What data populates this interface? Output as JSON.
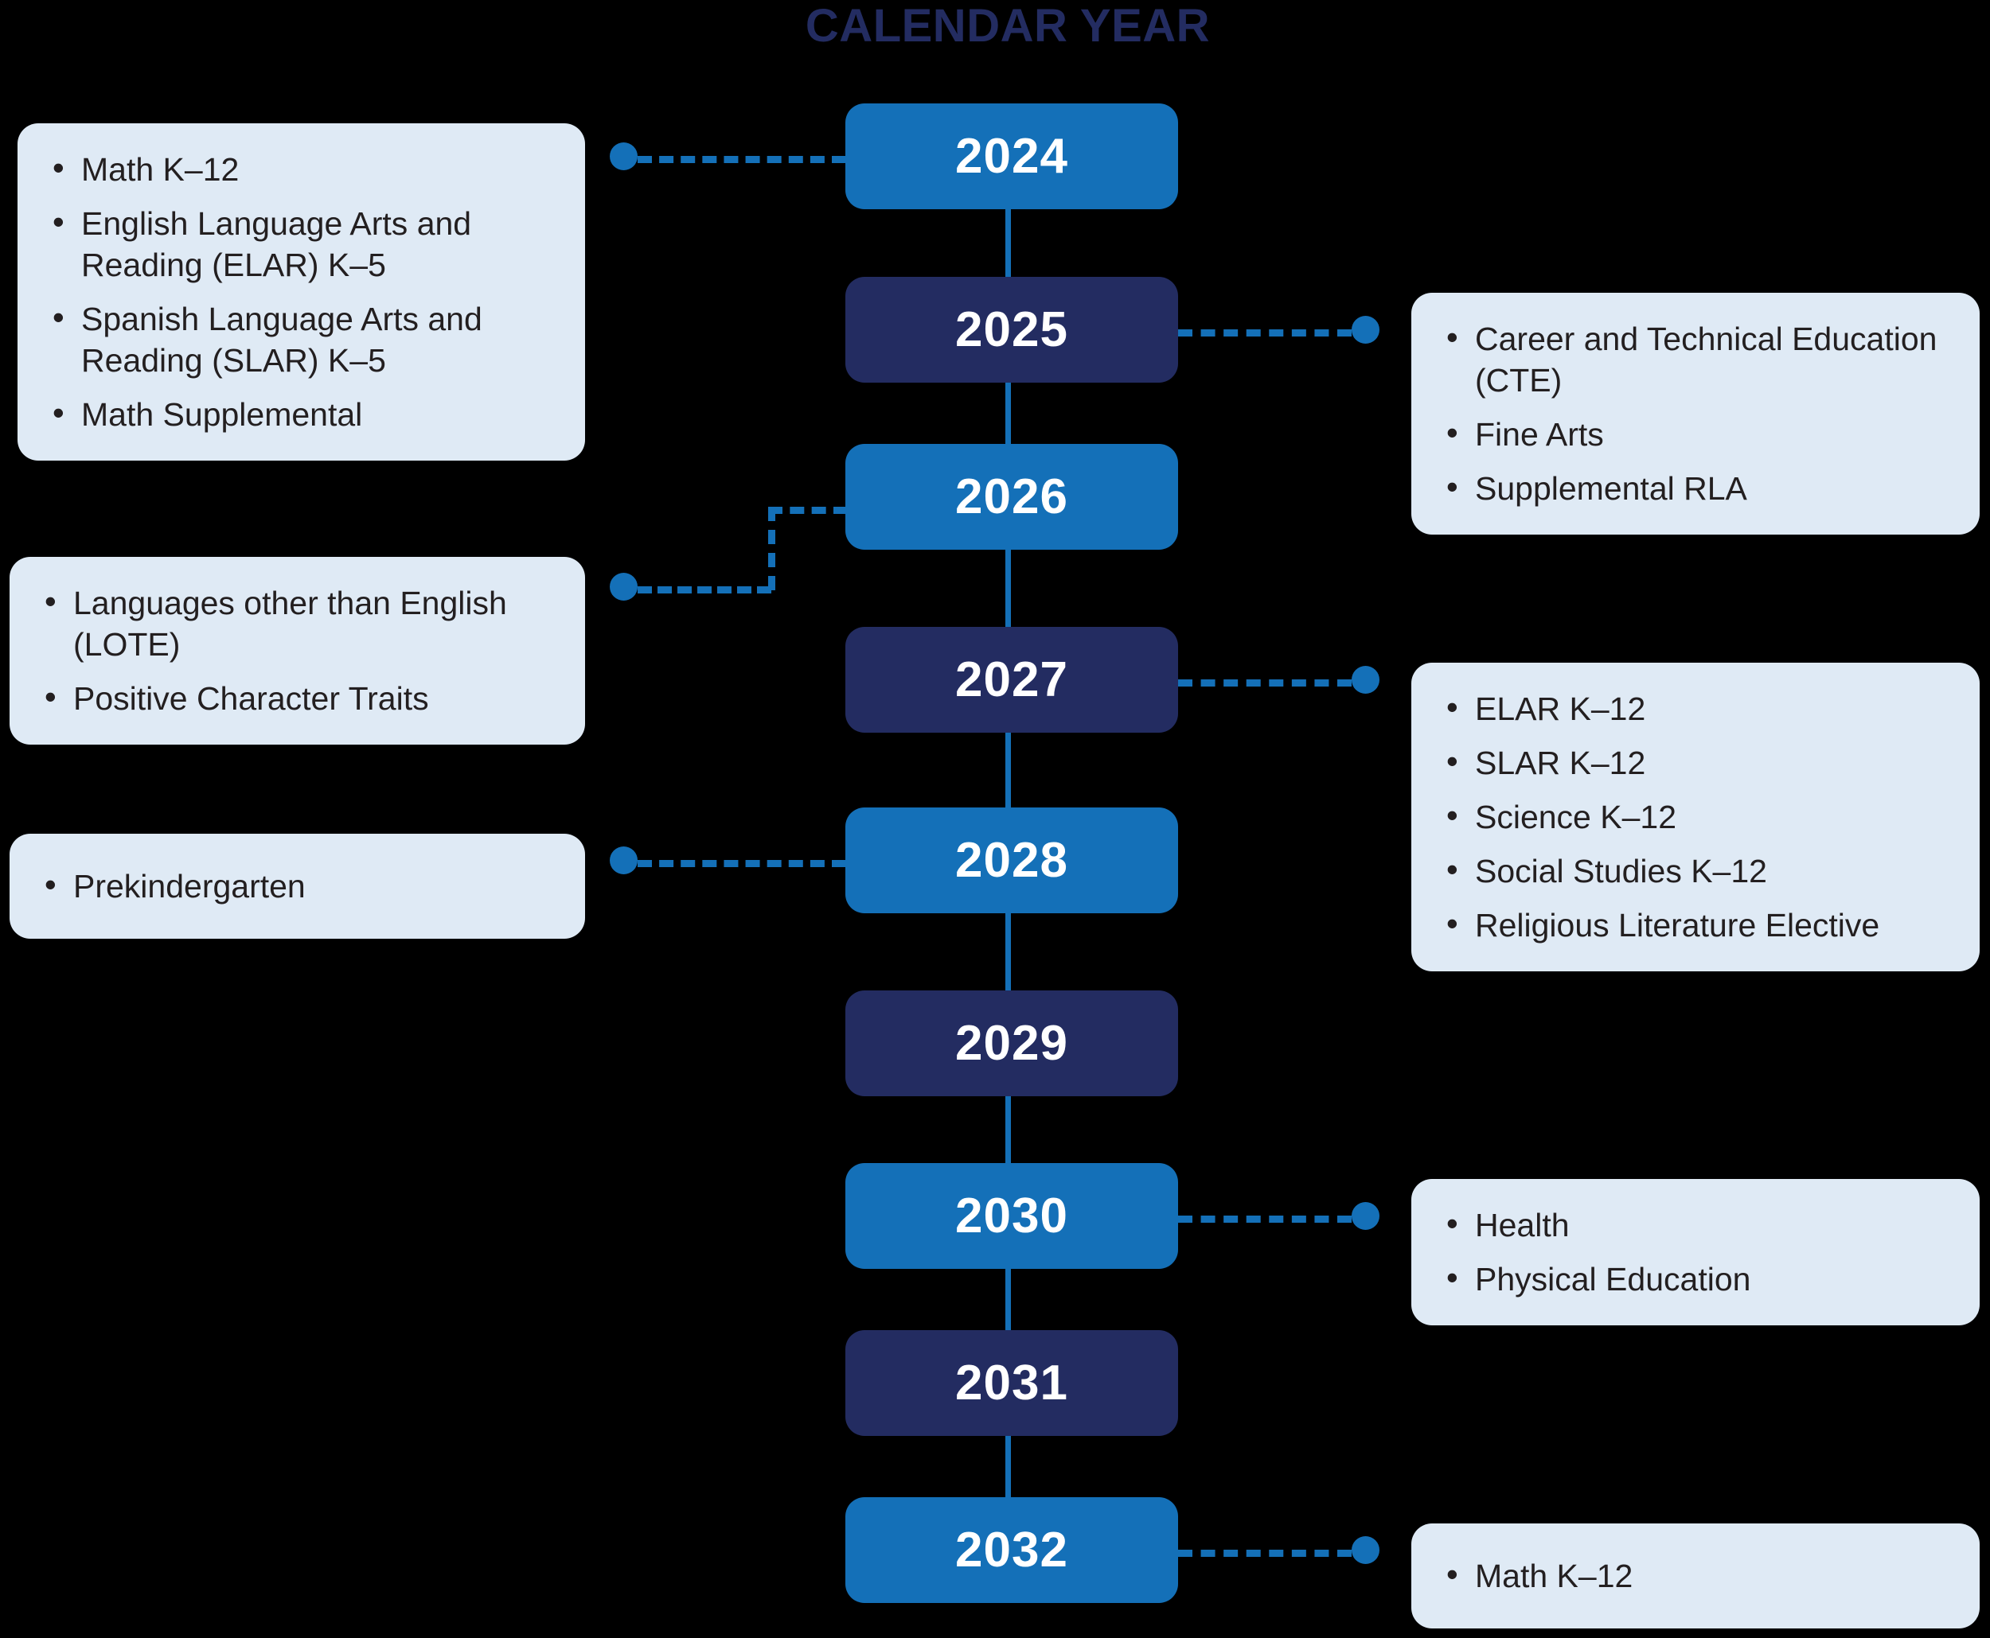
{
  "title": "CALENDAR YEAR",
  "colors": {
    "background": "#000000",
    "title": "#232c61",
    "badge_blue": "#1470b8",
    "badge_navy": "#232c61",
    "info_box_bg": "#dfeaf5",
    "info_text": "#231f20",
    "connector": "#1470b8"
  },
  "timeline": {
    "years": [
      {
        "year": "2024",
        "style": "blue"
      },
      {
        "year": "2025",
        "style": "navy"
      },
      {
        "year": "2026",
        "style": "blue"
      },
      {
        "year": "2027",
        "style": "navy"
      },
      {
        "year": "2028",
        "style": "blue"
      },
      {
        "year": "2029",
        "style": "navy"
      },
      {
        "year": "2030",
        "style": "blue"
      },
      {
        "year": "2031",
        "style": "navy"
      },
      {
        "year": "2032",
        "style": "blue"
      }
    ]
  },
  "boxes": {
    "left": [
      {
        "year": "2024",
        "items": [
          "Math K–12",
          "English Language Arts and Reading (ELAR) K–5",
          "Spanish Language Arts and Reading (SLAR) K–5",
          "Math Supplemental"
        ]
      },
      {
        "year": "2026",
        "items": [
          "Languages other than English (LOTE)",
          "Positive Character Traits"
        ]
      },
      {
        "year": "2028",
        "items": [
          "Prekindergarten"
        ]
      }
    ],
    "right": [
      {
        "year": "2025",
        "items": [
          "Career and Technical Education (CTE)",
          "Fine Arts",
          "Supplemental RLA"
        ]
      },
      {
        "year": "2027",
        "items": [
          "ELAR K–12",
          "SLAR K–12",
          "Science K–12",
          "Social Studies K–12",
          "Religious Literature Elective"
        ]
      },
      {
        "year": "2030",
        "items": [
          "Health",
          "Physical Education"
        ]
      },
      {
        "year": "2032",
        "items": [
          "Math K–12"
        ]
      }
    ]
  }
}
